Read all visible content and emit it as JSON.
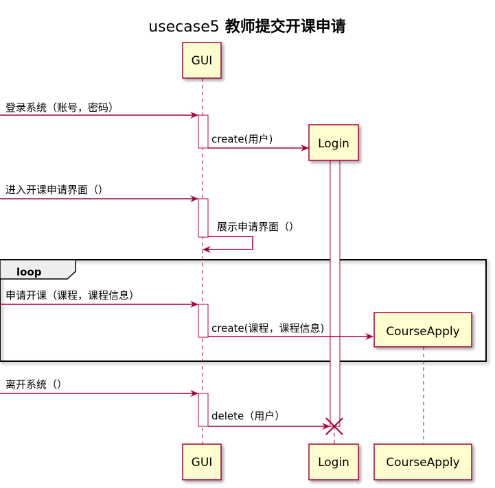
{
  "diagram": {
    "title_prefix": "usecase5",
    "title_main": "教师提交开课申请",
    "colors": {
      "participant_fill": "#FEFECE",
      "arrow": "#A80036",
      "lifeline": "#A80036",
      "frame": "#000000"
    },
    "participants": {
      "gui": "GUI",
      "login": "Login",
      "course_apply": "CourseApply"
    },
    "loop_label": "loop",
    "messages": {
      "m1": "登录系统（账号，密码）",
      "m2": "create(用户)",
      "m3": "进入开课申请界面（）",
      "m4": "展示申请界面（）",
      "m5": "申请开课（课程，课程信息）",
      "m6": "create(课程，课程信息)",
      "m7": "离开系统（）",
      "m8": "delete（用户）"
    }
  }
}
